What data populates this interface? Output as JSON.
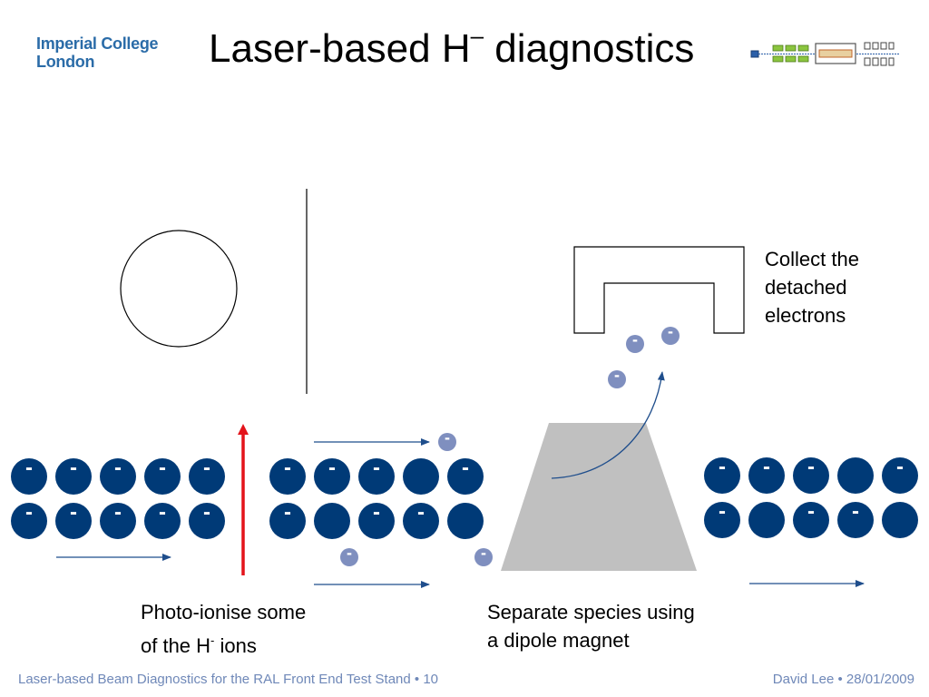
{
  "logo": {
    "line1": "Imperial College",
    "line2": "London"
  },
  "title": {
    "text": "Laser-based H",
    "superscript": "–",
    "suffix": " diagnostics"
  },
  "captions": {
    "collect": [
      "Collect the",
      "detached",
      "electrons"
    ],
    "photoionise": {
      "line1": "Photo-ionise some",
      "line2_prefix": "of the H",
      "line2_sup": "-",
      "line2_suffix": " ions"
    },
    "separate": [
      "Separate species using",
      "a dipole magnet"
    ]
  },
  "footer": {
    "left": "Laser-based Beam Diagnostics for the RAL Front End Test Stand • 10",
    "right": "David Lee • 28/01/2009"
  },
  "ion_symbol": "-",
  "colors": {
    "ion": "#003a77",
    "electron": "#7f8fbf",
    "laser": "#e3141b",
    "arrow": "#1f4e8c",
    "magnet": "#c0c0c0",
    "footer": "#6f88b8",
    "logo": "#2b6ca8"
  }
}
